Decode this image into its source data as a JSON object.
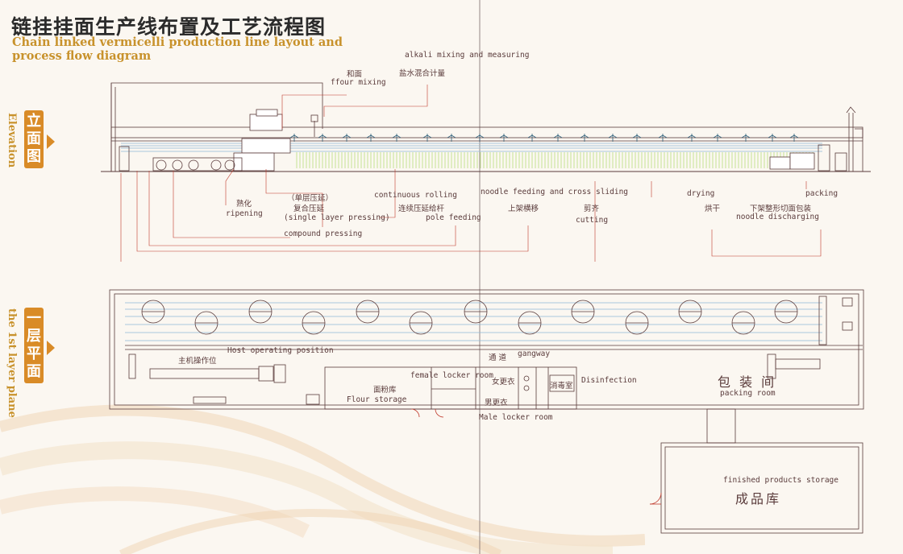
{
  "title": {
    "cn": "链挂挂面生产线布置及工艺流程图",
    "en": "Chain linked vermicelli production line layout and process flow diagram"
  },
  "sections": {
    "elevation": {
      "cn": "立面图",
      "en": "Elevation"
    },
    "plan": {
      "cn": "一层平面",
      "en": "the 1st layer plane"
    }
  },
  "elevation_labels": {
    "flour_mixing_cn": "和面",
    "flour_mixing_en": "ffour mixing",
    "alkali_en": "alkali mixing and measuring",
    "alkali_cn": "盐水混合计量",
    "ripening_cn": "熟化",
    "ripening_en": "ripening",
    "single_cn": "（单层压延）",
    "compound_cn": "复合压延",
    "single_en": "(single layer pressing)",
    "compound_en": "compound pressing",
    "continuous_en": "continuous rolling",
    "continuous_cn": "连续压延给杆",
    "pole_feeding_en": "pole feeding",
    "noodle_feeding_en": "noodle feeding and cross sliding",
    "noodle_feeding_cn": "上架横移",
    "cutting_cn": "剪齐",
    "cutting_en": "cutting",
    "drying_en": "drying",
    "drying_cn": "烘干",
    "packing_en": "packing",
    "discharging_cn": "下架整形切面包装",
    "discharging_en": "noodle discharging"
  },
  "plan_labels": {
    "host_cn": "主机操作位",
    "host_en": "Host operating position",
    "gangway_cn": "通 道",
    "gangway_en": "gangway",
    "female_en": "female locker room",
    "female_cn": "女更衣",
    "disinfection_cn": "消毒室",
    "disinfection_en": "Disinfection",
    "flour_storage_cn": "面粉库",
    "flour_storage_en": "Flour storage",
    "male_cn": "男更衣",
    "male_en": "Male locker room",
    "packing_room_cn": "包 装 间",
    "packing_room_en": "packing room",
    "finished_en": "finished  products storage",
    "finished_cn": "成品库"
  },
  "colors": {
    "accent": "#d98b27",
    "title_en": "#c8922c",
    "line": "#5a3b3b",
    "rail": "#8fb7d6",
    "dryer": "#bfe08a"
  }
}
